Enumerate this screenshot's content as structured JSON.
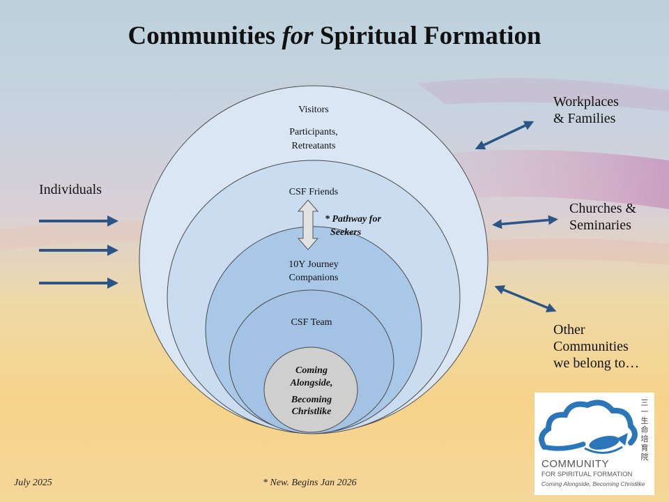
{
  "title": {
    "part1": "Communities ",
    "part2": "for",
    "part3": " Spiritual Formation"
  },
  "left": {
    "label": "Individuals"
  },
  "circles": {
    "visitors": "Visitors",
    "participants_1": "Participants,",
    "participants_2": "Retreatants",
    "friends": "CSF Friends",
    "journey_1": "10Y Journey",
    "journey_2": "Companions",
    "team": "CSF Team",
    "core_1": "Coming",
    "core_2": "Alongside,",
    "core_3": "Becoming",
    "core_4": "Christlike"
  },
  "pathway": {
    "line1": "* Pathway for",
    "line2": "Seekers"
  },
  "right": {
    "workplaces_1": "Workplaces",
    "workplaces_2": "& Families",
    "churches_1": "Churches &",
    "churches_2": "Seminaries",
    "other_1": "Other",
    "other_2": "Communities",
    "other_3": "we belong to…"
  },
  "footer": {
    "date": "July 2025",
    "note": "* New. Begins Jan 2026"
  },
  "logo": {
    "line1": "COMMUNITY",
    "line2": "FOR SPIRITUAL FORMATION",
    "tagline": "Coming Alongside, Becoming Christlike",
    "chinese": [
      "三",
      "一",
      "生",
      "命",
      "培",
      "育",
      "院"
    ]
  },
  "colors": {
    "arrow": "#2a5586",
    "circle_outer": "#dae6f3",
    "circle_2": "#c9dcf0",
    "circle_3": "#a9c7e7",
    "circle_4": "#a3c2e4",
    "circle_core": "#cfcfcf",
    "logo_blue": "#2a76b8"
  }
}
